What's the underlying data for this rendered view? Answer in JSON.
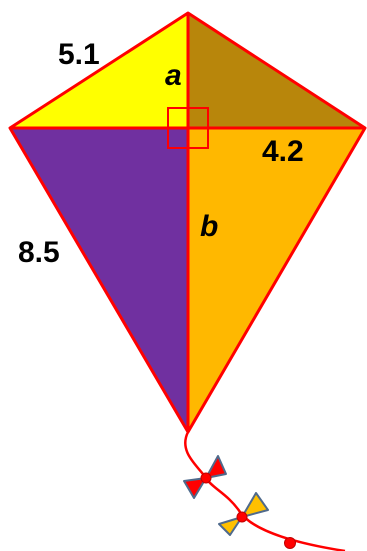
{
  "diagram": {
    "labels": {
      "top_left_side": "5.1",
      "top_right_half_diagonal": "4.2",
      "bottom_left_side": "8.5",
      "upper_vertical_segment": "a",
      "lower_vertical_segment": "b"
    },
    "colors": {
      "top_left_region": "#FFFF00",
      "top_right_region": "#B8860B",
      "bottom_left_region": "#7030A0",
      "bottom_right_region": "#FFB800",
      "outline": "#FF0000",
      "bow_red": "#FF0000",
      "bow_yellow": "#FFC000"
    },
    "icons": [
      "right-angle-marker",
      "kite-tail",
      "tail-bow-red",
      "tail-bow-yellow"
    ]
  }
}
